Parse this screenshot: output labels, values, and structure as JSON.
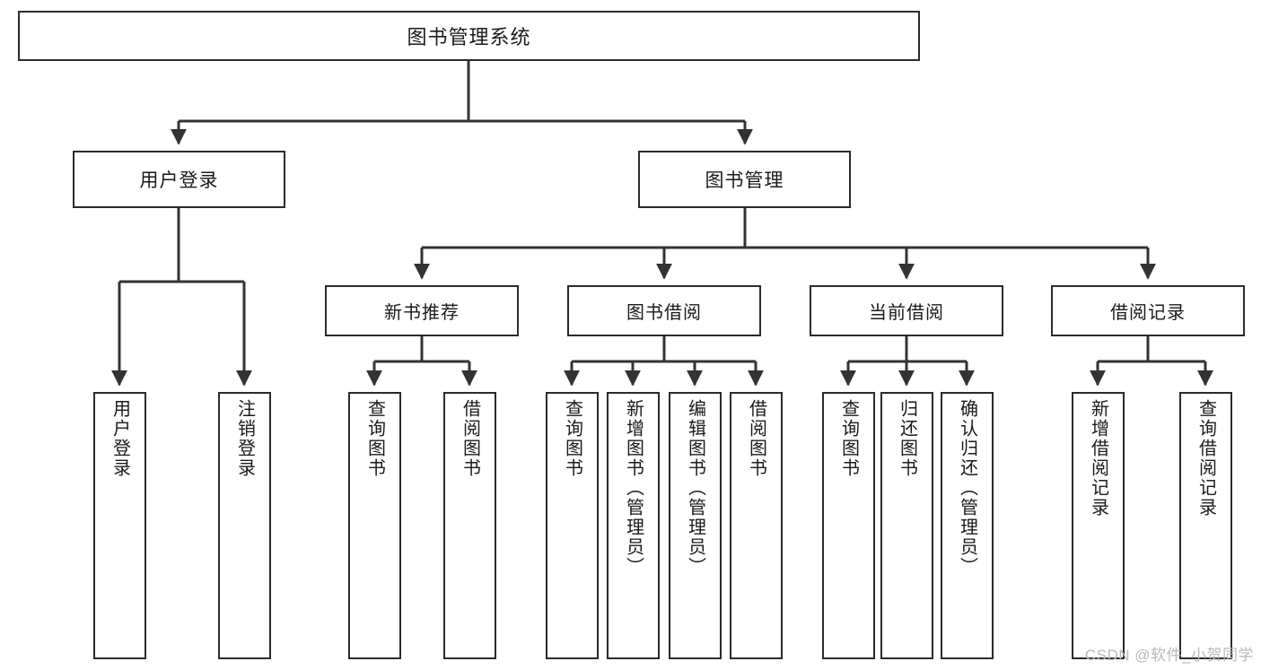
{
  "diagram": {
    "type": "tree",
    "title": "图书管理系统",
    "root": {
      "id": "root",
      "label": "图书管理系统",
      "orientation": "horizontal"
    },
    "level1": [
      {
        "id": "user-login",
        "label": "用户登录",
        "orientation": "horizontal"
      },
      {
        "id": "book-manage",
        "label": "图书管理",
        "orientation": "horizontal"
      }
    ],
    "level2": [
      {
        "id": "new-book-recommend",
        "label": "新书推荐",
        "parent": "book-manage",
        "orientation": "horizontal"
      },
      {
        "id": "book-borrow",
        "label": "图书借阅",
        "parent": "book-manage",
        "orientation": "horizontal"
      },
      {
        "id": "current-borrow",
        "label": "当前借阅",
        "parent": "book-manage",
        "orientation": "horizontal"
      },
      {
        "id": "borrow-record",
        "label": "借阅记录",
        "parent": "book-manage",
        "orientation": "horizontal"
      }
    ],
    "leaves": [
      {
        "id": "leaf-user-login",
        "label": "用户登录",
        "parent": "user-login",
        "orientation": "vertical"
      },
      {
        "id": "leaf-user-logout",
        "label": "注销登录",
        "parent": "user-login",
        "orientation": "vertical"
      },
      {
        "id": "leaf-query-book-1",
        "label": "查询图书",
        "parent": "new-book-recommend",
        "orientation": "vertical"
      },
      {
        "id": "leaf-borrow-book-1",
        "label": "借阅图书",
        "parent": "new-book-recommend",
        "orientation": "vertical"
      },
      {
        "id": "leaf-query-book-2",
        "label": "查询图书",
        "parent": "book-borrow",
        "orientation": "vertical"
      },
      {
        "id": "leaf-add-book",
        "label": "新增图书（管理员）",
        "parent": "book-borrow",
        "orientation": "vertical"
      },
      {
        "id": "leaf-edit-book",
        "label": "编辑图书（管理员）",
        "parent": "book-borrow",
        "orientation": "vertical"
      },
      {
        "id": "leaf-borrow-book-2",
        "label": "借阅图书",
        "parent": "book-borrow",
        "orientation": "vertical"
      },
      {
        "id": "leaf-query-book-3",
        "label": "查询图书",
        "parent": "current-borrow",
        "orientation": "vertical"
      },
      {
        "id": "leaf-return-book",
        "label": "归还图书",
        "parent": "current-borrow",
        "orientation": "vertical"
      },
      {
        "id": "leaf-confirm-return",
        "label": "确认归还（管理员）",
        "parent": "current-borrow",
        "orientation": "vertical"
      },
      {
        "id": "leaf-add-record",
        "label": "新增借阅记录",
        "parent": "borrow-record",
        "orientation": "vertical"
      },
      {
        "id": "leaf-query-record",
        "label": "查询借阅记录",
        "parent": "borrow-record",
        "orientation": "vertical"
      }
    ],
    "colors": {
      "border": "#2b2b2b",
      "edge": "#333333",
      "background": "#ffffff",
      "text": "#1a1a1a",
      "watermark": "#b9b9b9"
    }
  },
  "watermark": {
    "text": "CSDN @软件_小贺同学"
  }
}
